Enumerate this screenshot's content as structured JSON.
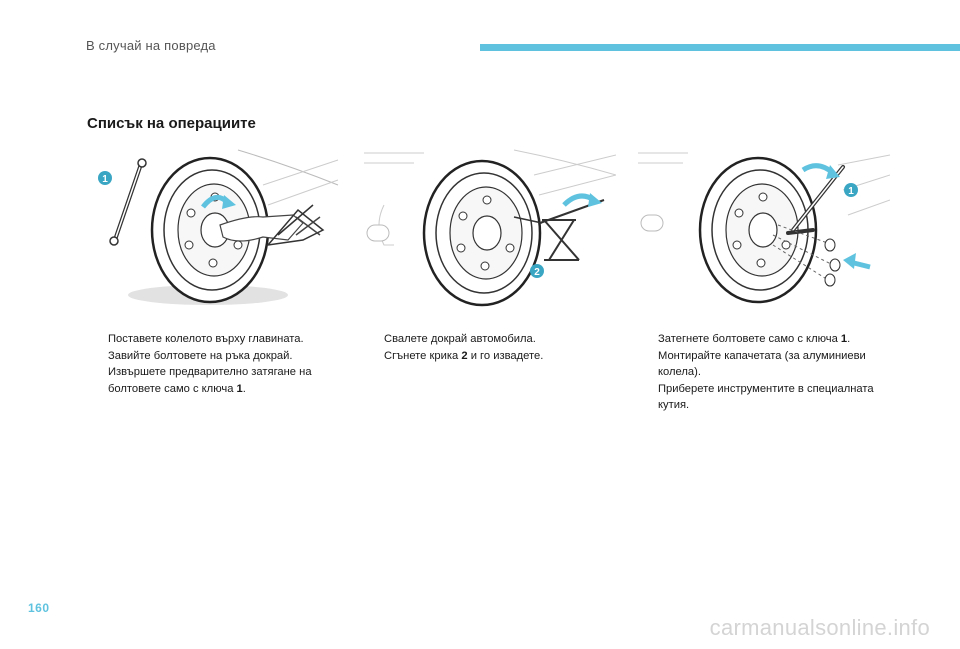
{
  "header": {
    "title": "В случай на повреда"
  },
  "section_title": "Списък на операциите",
  "colors": {
    "accent": "#5fc3df",
    "callout": "#3aa6c4",
    "arrow": "#5fc3df"
  },
  "illustrations": [
    {
      "callout": "1"
    },
    {
      "callout": "2"
    },
    {
      "callout": "1"
    }
  ],
  "columns": [
    {
      "steps": [
        {
          "bullet": "",
          "text": "Поставете колелото върху главината.",
          "key": ""
        },
        {
          "bullet": "",
          "text": "Завийте болтовете на ръка докрай.",
          "key": ""
        },
        {
          "bullet": "",
          "text": "Извършете предварително затягане на болтовете само с ключа ",
          "key": "1",
          "suffix": "."
        }
      ]
    },
    {
      "steps": [
        {
          "bullet": "",
          "text": "Свалете докрай автомобила.",
          "key": ""
        },
        {
          "bullet": "",
          "text": "Сгънете крика ",
          "key": "2",
          "suffix": " и го извадете."
        }
      ]
    },
    {
      "steps": [
        {
          "bullet": "",
          "text": "Затегнете болтовете само с ключа ",
          "key": "1",
          "suffix": "."
        },
        {
          "bullet": "",
          "text": "Монтирайте капачетата (за алуминиеви колела).",
          "key": ""
        },
        {
          "bullet": "",
          "text": "Приберете инструментите в специалната кутия.",
          "key": ""
        }
      ]
    }
  ],
  "page_number": "160",
  "watermark": "carmanualsonline.info"
}
